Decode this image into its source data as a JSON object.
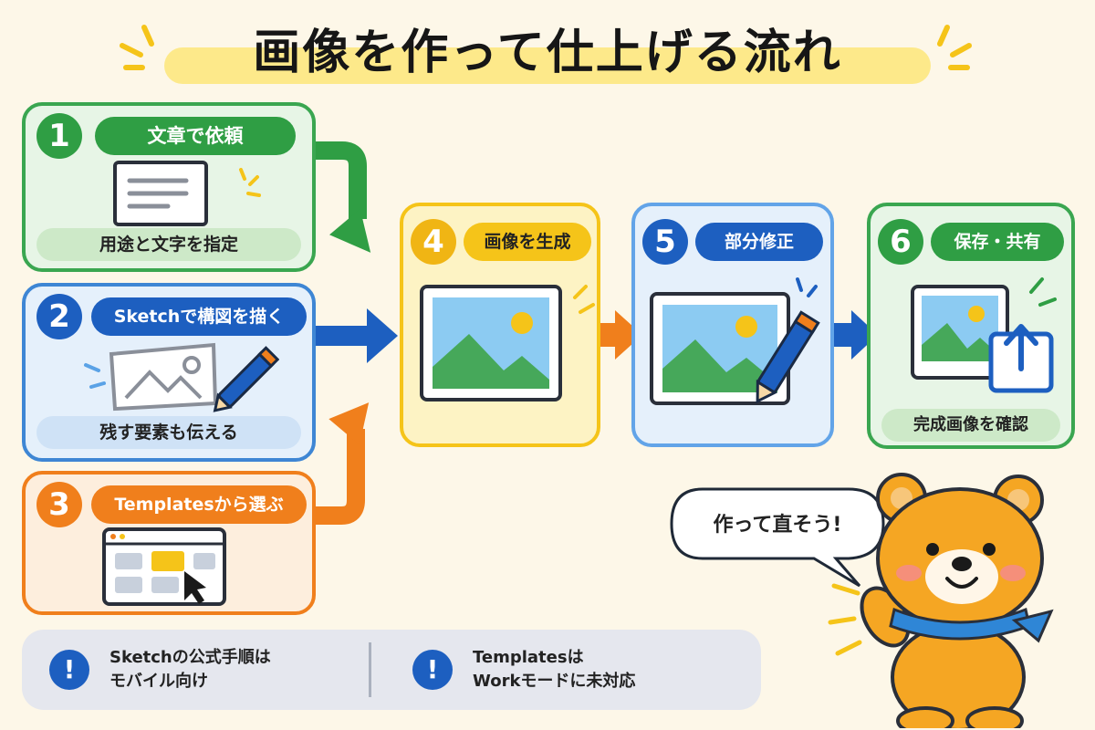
{
  "title": "画像を作って仕上げる流れ",
  "colors": {
    "green": "#2f9e44",
    "blue": "#1d5fc0",
    "orange": "#f07f1c",
    "yellow": "#f5c419",
    "bear": "#f5a623"
  },
  "steps": [
    {
      "number": "1",
      "label": "文章で依頼",
      "sub": "用途と文字を指定",
      "icon": "document-icon"
    },
    {
      "number": "2",
      "label": "Sketchで構図を描く",
      "sub": "残す要素も伝える",
      "icon": "sketch-pencil-icon"
    },
    {
      "number": "3",
      "label": "Templatesから選ぶ",
      "icon": "template-window-icon"
    },
    {
      "number": "4",
      "label": "画像を生成",
      "icon": "image-icon"
    },
    {
      "number": "5",
      "label": "部分修正",
      "icon": "image-edit-icon"
    },
    {
      "number": "6",
      "label": "保存・共有",
      "sub": "完成画像を確認",
      "icon": "share-icon"
    }
  ],
  "notes": [
    {
      "text": "Sketchの公式手順は\nモバイル向け",
      "icon": "exclamation-icon"
    },
    {
      "text": "Templatesは\nWorkモードに未対応",
      "icon": "exclamation-icon"
    }
  ],
  "speech": "作って直そう!",
  "mascot": "bear-mascot"
}
